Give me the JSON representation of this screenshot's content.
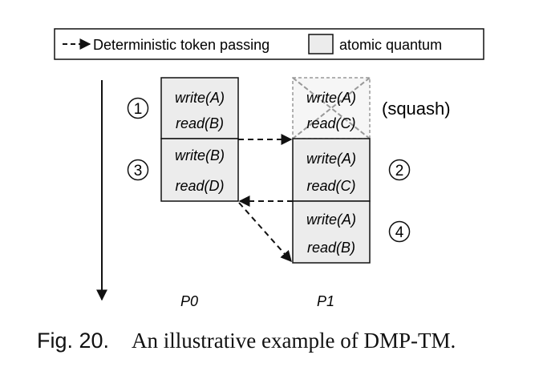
{
  "legend": {
    "token_passing_label": "Deterministic token passing",
    "quantum_label": "atomic quantum"
  },
  "processors": {
    "p0": "P0",
    "p1": "P1"
  },
  "quanta": [
    {
      "id": "p0-q1",
      "line1": "write(A)",
      "line2": "read(B)",
      "squashed": false
    },
    {
      "id": "p0-q2",
      "line1": "write(B)",
      "line2": "read(D)",
      "squashed": false
    },
    {
      "id": "p1-q0",
      "line1": "write(A)",
      "line2": "read(C)",
      "squashed": true
    },
    {
      "id": "p1-q1",
      "line1": "write(A)",
      "line2": "read(C)",
      "squashed": false
    },
    {
      "id": "p1-q2",
      "line1": "write(A)",
      "line2": "read(B)",
      "squashed": false
    }
  ],
  "squash_label": "(squash)",
  "step_markers": [
    "1",
    "2",
    "3",
    "4"
  ],
  "caption": {
    "figure_number": "Fig. 20.",
    "text": "An illustrative example of DMP-TM."
  },
  "colors": {
    "quantum_fill": "#ececec",
    "squashed_fill": "#f6f6f6",
    "line": "#111111",
    "squash_cross": "#999999"
  }
}
